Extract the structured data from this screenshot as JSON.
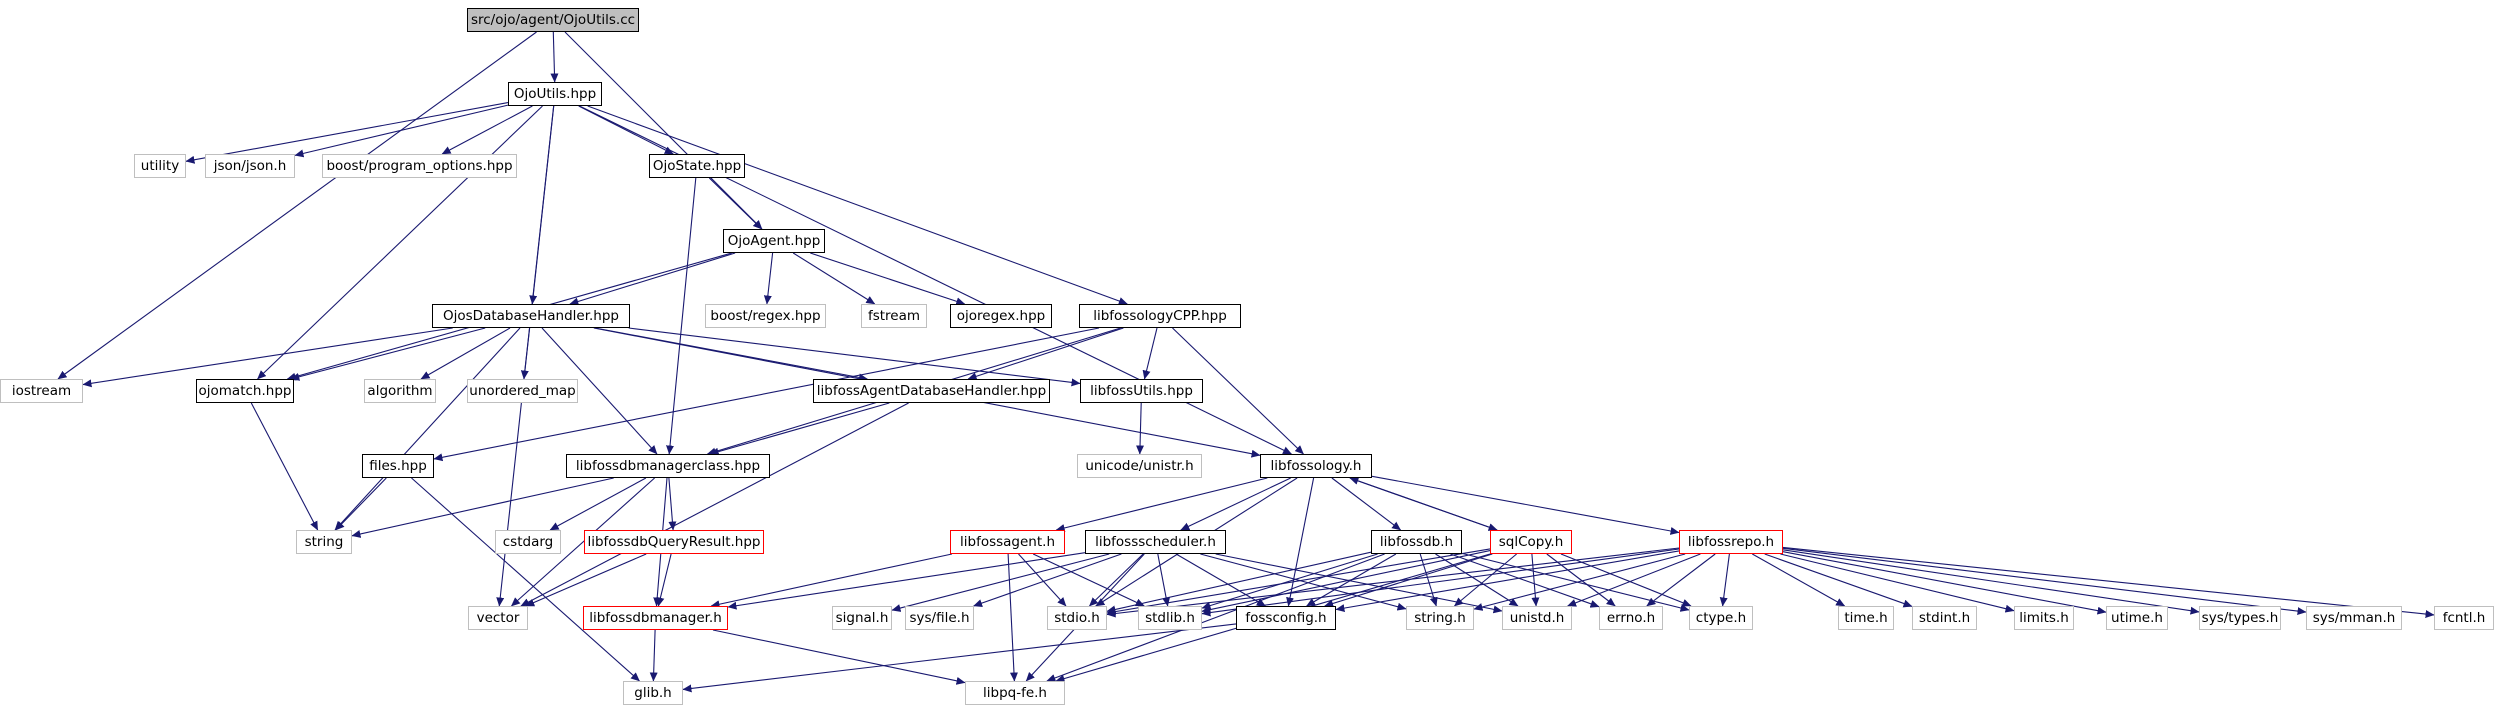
{
  "diagram": {
    "colors": {
      "edge": "#191970",
      "documented_border": "#000000",
      "system_border": "#bfbfbf",
      "truncated_border": "#ff0000",
      "root_fill": "#bfbfbf"
    },
    "nodes": [
      {
        "id": "root",
        "label": "src/ojo/agent/OjoUtils.cc",
        "kind": "root"
      },
      {
        "id": "ojoutils",
        "label": "OjoUtils.hpp",
        "kind": "doc"
      },
      {
        "id": "utility",
        "label": "utility",
        "kind": "sys"
      },
      {
        "id": "json",
        "label": "json/json.h",
        "kind": "sys"
      },
      {
        "id": "boostpo",
        "label": "boost/program_options.hpp",
        "kind": "sys"
      },
      {
        "id": "ojostate",
        "label": "OjoState.hpp",
        "kind": "doc"
      },
      {
        "id": "ojoagent",
        "label": "OjoAgent.hpp",
        "kind": "doc"
      },
      {
        "id": "boostregex",
        "label": "boost/regex.hpp",
        "kind": "sys"
      },
      {
        "id": "fstream",
        "label": "fstream",
        "kind": "sys"
      },
      {
        "id": "ojoregex",
        "label": "ojoregex.hpp",
        "kind": "doc"
      },
      {
        "id": "ojosdb",
        "label": "OjosDatabaseHandler.hpp",
        "kind": "doc"
      },
      {
        "id": "libfossologycpp",
        "label": "libfossologyCPP.hpp",
        "kind": "doc"
      },
      {
        "id": "iostream",
        "label": "iostream",
        "kind": "sys"
      },
      {
        "id": "ojomatch",
        "label": "ojomatch.hpp",
        "kind": "doc"
      },
      {
        "id": "algorithm",
        "label": "algorithm",
        "kind": "sys"
      },
      {
        "id": "unorderedmap",
        "label": "unordered_map",
        "kind": "sys"
      },
      {
        "id": "libfossagentdb",
        "label": "libfossAgentDatabaseHandler.hpp",
        "kind": "doc"
      },
      {
        "id": "libfossutils",
        "label": "libfossUtils.hpp",
        "kind": "doc"
      },
      {
        "id": "unistr",
        "label": "unicode/unistr.h",
        "kind": "sys"
      },
      {
        "id": "files",
        "label": "files.hpp",
        "kind": "doc"
      },
      {
        "id": "libfossdbmgrclass",
        "label": "libfossdbmanagerclass.hpp",
        "kind": "doc"
      },
      {
        "id": "libfossology",
        "label": "libfossology.h",
        "kind": "doc"
      },
      {
        "id": "string",
        "label": "string",
        "kind": "sys"
      },
      {
        "id": "cstdarg",
        "label": "cstdarg",
        "kind": "sys"
      },
      {
        "id": "libfossdbqr",
        "label": "libfossdbQueryResult.hpp",
        "kind": "red"
      },
      {
        "id": "libfossagent",
        "label": "libfossagent.h",
        "kind": "red"
      },
      {
        "id": "libfossscheduler",
        "label": "libfossscheduler.h",
        "kind": "doc"
      },
      {
        "id": "libfossdb",
        "label": "libfossdb.h",
        "kind": "doc"
      },
      {
        "id": "sqlcopy",
        "label": "sqlCopy.h",
        "kind": "red"
      },
      {
        "id": "libfossrepo",
        "label": "libfossrepo.h",
        "kind": "red"
      },
      {
        "id": "vector",
        "label": "vector",
        "kind": "sys"
      },
      {
        "id": "libfossdbmanager",
        "label": "libfossdbmanager.h",
        "kind": "red"
      },
      {
        "id": "signal",
        "label": "signal.h",
        "kind": "sys"
      },
      {
        "id": "sysfile",
        "label": "sys/file.h",
        "kind": "sys"
      },
      {
        "id": "stdio",
        "label": "stdio.h",
        "kind": "sys"
      },
      {
        "id": "stdlib",
        "label": "stdlib.h",
        "kind": "sys"
      },
      {
        "id": "fossconfig",
        "label": "fossconfig.h",
        "kind": "doc"
      },
      {
        "id": "stringh",
        "label": "string.h",
        "kind": "sys"
      },
      {
        "id": "unistd",
        "label": "unistd.h",
        "kind": "sys"
      },
      {
        "id": "errno",
        "label": "errno.h",
        "kind": "sys"
      },
      {
        "id": "ctype",
        "label": "ctype.h",
        "kind": "sys"
      },
      {
        "id": "time",
        "label": "time.h",
        "kind": "sys"
      },
      {
        "id": "stdint",
        "label": "stdint.h",
        "kind": "sys"
      },
      {
        "id": "limits",
        "label": "limits.h",
        "kind": "sys"
      },
      {
        "id": "utime",
        "label": "utime.h",
        "kind": "sys"
      },
      {
        "id": "systypes",
        "label": "sys/types.h",
        "kind": "sys"
      },
      {
        "id": "sysmman",
        "label": "sys/mman.h",
        "kind": "sys"
      },
      {
        "id": "fcntl",
        "label": "fcntl.h",
        "kind": "sys"
      },
      {
        "id": "glib",
        "label": "glib.h",
        "kind": "sys"
      },
      {
        "id": "libpq",
        "label": "libpq-fe.h",
        "kind": "sys"
      }
    ],
    "edges": [
      [
        "root",
        "ojoutils"
      ],
      [
        "root",
        "iostream"
      ],
      [
        "root",
        "ojoagent"
      ],
      [
        "ojoutils",
        "utility"
      ],
      [
        "ojoutils",
        "json"
      ],
      [
        "ojoutils",
        "boostpo"
      ],
      [
        "ojoutils",
        "ojostate"
      ],
      [
        "ojoutils",
        "libfossologycpp"
      ],
      [
        "ojoutils",
        "libfossology"
      ],
      [
        "ojoutils",
        "ojomatch"
      ],
      [
        "ojoutils",
        "ojosdb"
      ],
      [
        "ojoutils",
        "vector"
      ],
      [
        "ojostate",
        "ojoagent"
      ],
      [
        "ojostate",
        "libfossdbmgrclass"
      ],
      [
        "ojoagent",
        "boostregex"
      ],
      [
        "ojoagent",
        "fstream"
      ],
      [
        "ojoagent",
        "ojoregex"
      ],
      [
        "ojoagent",
        "ojosdb"
      ],
      [
        "ojoagent",
        "ojomatch"
      ],
      [
        "ojosdb",
        "iostream"
      ],
      [
        "ojosdb",
        "ojomatch"
      ],
      [
        "ojosdb",
        "algorithm"
      ],
      [
        "ojosdb",
        "unorderedmap"
      ],
      [
        "ojosdb",
        "libfossagentdb"
      ],
      [
        "ojosdb",
        "libfossutils"
      ],
      [
        "ojosdb",
        "libfossology"
      ],
      [
        "ojosdb",
        "libfossdbmgrclass"
      ],
      [
        "ojosdb",
        "string"
      ],
      [
        "libfossologycpp",
        "libfossagentdb"
      ],
      [
        "libfossologycpp",
        "libfossutils"
      ],
      [
        "libfossologycpp",
        "files"
      ],
      [
        "libfossologycpp",
        "libfossdbmgrclass"
      ],
      [
        "libfossologycpp",
        "libfossology"
      ],
      [
        "ojomatch",
        "string"
      ],
      [
        "libfossagentdb",
        "libfossdbmgrclass"
      ],
      [
        "libfossagentdb",
        "vector"
      ],
      [
        "libfossutils",
        "unistr"
      ],
      [
        "files",
        "string"
      ],
      [
        "files",
        "glib"
      ],
      [
        "libfossdbmgrclass",
        "string"
      ],
      [
        "libfossdbmgrclass",
        "cstdarg"
      ],
      [
        "libfossdbmgrclass",
        "libfossdbqr"
      ],
      [
        "libfossdbmgrclass",
        "vector"
      ],
      [
        "libfossdbmgrclass",
        "libfossdbmanager"
      ],
      [
        "libfossdbqr",
        "vector"
      ],
      [
        "libfossdbqr",
        "libfossdbmanager"
      ],
      [
        "libfossology",
        "libfossagent"
      ],
      [
        "libfossology",
        "libfossscheduler"
      ],
      [
        "libfossology",
        "libfossdb"
      ],
      [
        "libfossology",
        "sqlcopy"
      ],
      [
        "libfossology",
        "libfossrepo"
      ],
      [
        "libfossology",
        "fossconfig"
      ],
      [
        "libfossology",
        "stdio"
      ],
      [
        "libfossagent",
        "stdio"
      ],
      [
        "libfossagent",
        "stdlib"
      ],
      [
        "libfossagent",
        "libfossdbmanager"
      ],
      [
        "libfossagent",
        "libpq"
      ],
      [
        "libfossscheduler",
        "signal"
      ],
      [
        "libfossscheduler",
        "sysfile"
      ],
      [
        "libfossscheduler",
        "stdio"
      ],
      [
        "libfossscheduler",
        "stdlib"
      ],
      [
        "libfossscheduler",
        "fossconfig"
      ],
      [
        "libfossscheduler",
        "stringh"
      ],
      [
        "libfossscheduler",
        "unistd"
      ],
      [
        "libfossscheduler",
        "libpq"
      ],
      [
        "libfossscheduler",
        "libfossdbmanager"
      ],
      [
        "libfossdb",
        "stdio"
      ],
      [
        "libfossdb",
        "stdlib"
      ],
      [
        "libfossdb",
        "stringh"
      ],
      [
        "libfossdb",
        "unistd"
      ],
      [
        "libfossdb",
        "errno"
      ],
      [
        "libfossdb",
        "ctype"
      ],
      [
        "libfossdb",
        "libpq"
      ],
      [
        "libfossdb",
        "fossconfig"
      ],
      [
        "sqlcopy",
        "libfossology"
      ],
      [
        "sqlcopy",
        "stdio"
      ],
      [
        "sqlcopy",
        "stdlib"
      ],
      [
        "sqlcopy",
        "stringh"
      ],
      [
        "sqlcopy",
        "unistd"
      ],
      [
        "sqlcopy",
        "errno"
      ],
      [
        "sqlcopy",
        "ctype"
      ],
      [
        "sqlcopy",
        "libpq"
      ],
      [
        "sqlcopy",
        "fossconfig"
      ],
      [
        "libfossrepo",
        "stdio"
      ],
      [
        "libfossrepo",
        "stdlib"
      ],
      [
        "libfossrepo",
        "stringh"
      ],
      [
        "libfossrepo",
        "unistd"
      ],
      [
        "libfossrepo",
        "errno"
      ],
      [
        "libfossrepo",
        "ctype"
      ],
      [
        "libfossrepo",
        "time"
      ],
      [
        "libfossrepo",
        "stdint"
      ],
      [
        "libfossrepo",
        "limits"
      ],
      [
        "libfossrepo",
        "utime"
      ],
      [
        "libfossrepo",
        "systypes"
      ],
      [
        "libfossrepo",
        "sysmman"
      ],
      [
        "libfossrepo",
        "fcntl"
      ],
      [
        "libfossrepo",
        "fossconfig"
      ],
      [
        "libfossdbmanager",
        "glib"
      ],
      [
        "libfossdbmanager",
        "libpq"
      ],
      [
        "fossconfig",
        "glib"
      ]
    ]
  }
}
